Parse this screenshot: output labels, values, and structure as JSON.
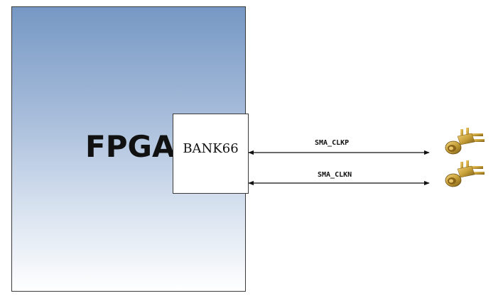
{
  "fpga": {
    "label": "FPGA"
  },
  "bank": {
    "label": "BANK66"
  },
  "signals": [
    {
      "name": "SMA_CLKP"
    },
    {
      "name": "SMA_CLKN"
    }
  ],
  "colors": {
    "gradient_top": "#7698c4",
    "gradient_bottom": "#ffffff",
    "connector_gold": "#c9a23a",
    "line": "#111111"
  },
  "icons": [
    "sma-connector-icon",
    "sma-connector-icon"
  ]
}
